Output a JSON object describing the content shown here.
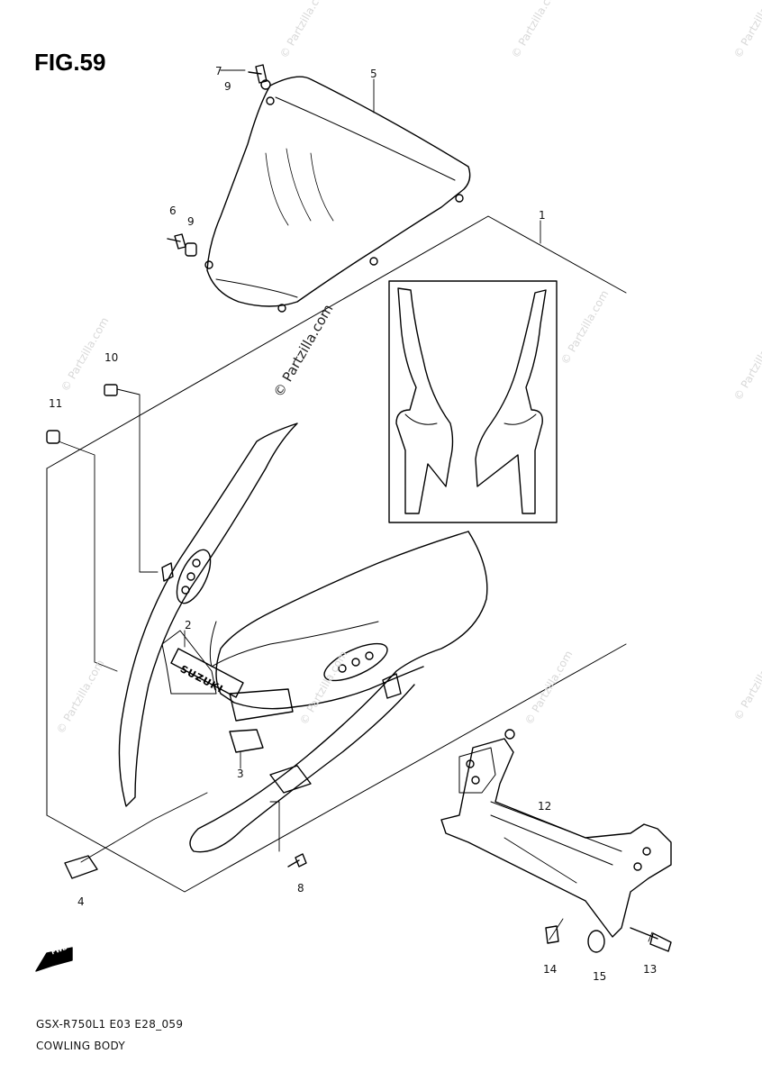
{
  "figure": {
    "title": "FIG.59",
    "model_code": "GSX-R750L1 E03 E28_059",
    "caption": "COWLING BODY",
    "watermark": "© Partzilla.com",
    "brand_decal": "SUZUKI",
    "fwd_label": "FWD"
  },
  "callouts": [
    {
      "id": "c1",
      "text": "1"
    },
    {
      "id": "c2",
      "text": "2"
    },
    {
      "id": "c3",
      "text": "3"
    },
    {
      "id": "c4",
      "text": "4"
    },
    {
      "id": "c5",
      "text": "5"
    },
    {
      "id": "c6",
      "text": "6"
    },
    {
      "id": "c7",
      "text": "7"
    },
    {
      "id": "c8",
      "text": "8"
    },
    {
      "id": "c9a",
      "text": "9"
    },
    {
      "id": "c9b",
      "text": "9"
    },
    {
      "id": "c10",
      "text": "10"
    },
    {
      "id": "c11",
      "text": "11"
    },
    {
      "id": "c12",
      "text": "12"
    },
    {
      "id": "c13",
      "text": "13"
    },
    {
      "id": "c14",
      "text": "14"
    },
    {
      "id": "c15",
      "text": "15"
    }
  ],
  "colors": {
    "line": "#000000",
    "watermark": "#d8d8d8",
    "background": "#ffffff"
  }
}
